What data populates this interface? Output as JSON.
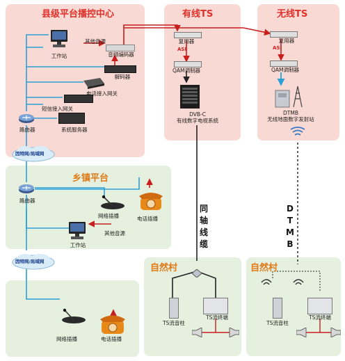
{
  "county": {
    "title": "县级平台播控中心",
    "workstation": "工作站",
    "other_sources": "其他音源",
    "encoder": "音频编码器",
    "decoder": "解码器",
    "phone_gateway": "电话接入网关",
    "sms_gateway": "短信接入网关",
    "router": "路由器",
    "server": "系统服务器"
  },
  "cable_ts": {
    "title": "有线TS",
    "multiplexer": "复用器",
    "asi": "ASI",
    "modulator": "QAM调制器",
    "system_line1": "DVB-C",
    "system_line2": "有线数字电视系统"
  },
  "wireless_ts": {
    "title": "无线TS",
    "multiplexer": "复用器",
    "asi": "ASI",
    "modulator": "QAM调制器",
    "station_line1": "DTMB",
    "station_line2": "无线地面数字发射站"
  },
  "clouds": {
    "top": "因特网/局域网",
    "bottom": "因特网/局域网"
  },
  "township": {
    "title": "乡镇平台",
    "router": "路由器",
    "net_broadcast": "网络插播",
    "phone_broadcast": "电话插播",
    "other_sources": "其他音源",
    "workstation": "工作站"
  },
  "bottom_left": {
    "net_broadcast": "网络插播",
    "phone_broadcast": "电话插播"
  },
  "links": {
    "coax": [
      "同",
      "轴",
      "线",
      "缆"
    ],
    "dtmb": [
      "D",
      "T",
      "M",
      "B"
    ]
  },
  "village_left": {
    "title": "自然村",
    "ts_pillar": "TS流音柱",
    "ts_terminal": "TS流终端"
  },
  "village_right": {
    "title": "自然村",
    "ts_pillar": "TS流音柱",
    "ts_terminal": "TS流终端"
  },
  "colors": {
    "panel_pink": "#f9d9d3",
    "panel_green": "#e5f0df",
    "wire_blue": "#2aa0d8",
    "signal_red": "#c81e1e",
    "title_red": "#e0302a",
    "title_orange": "#e07a18"
  }
}
